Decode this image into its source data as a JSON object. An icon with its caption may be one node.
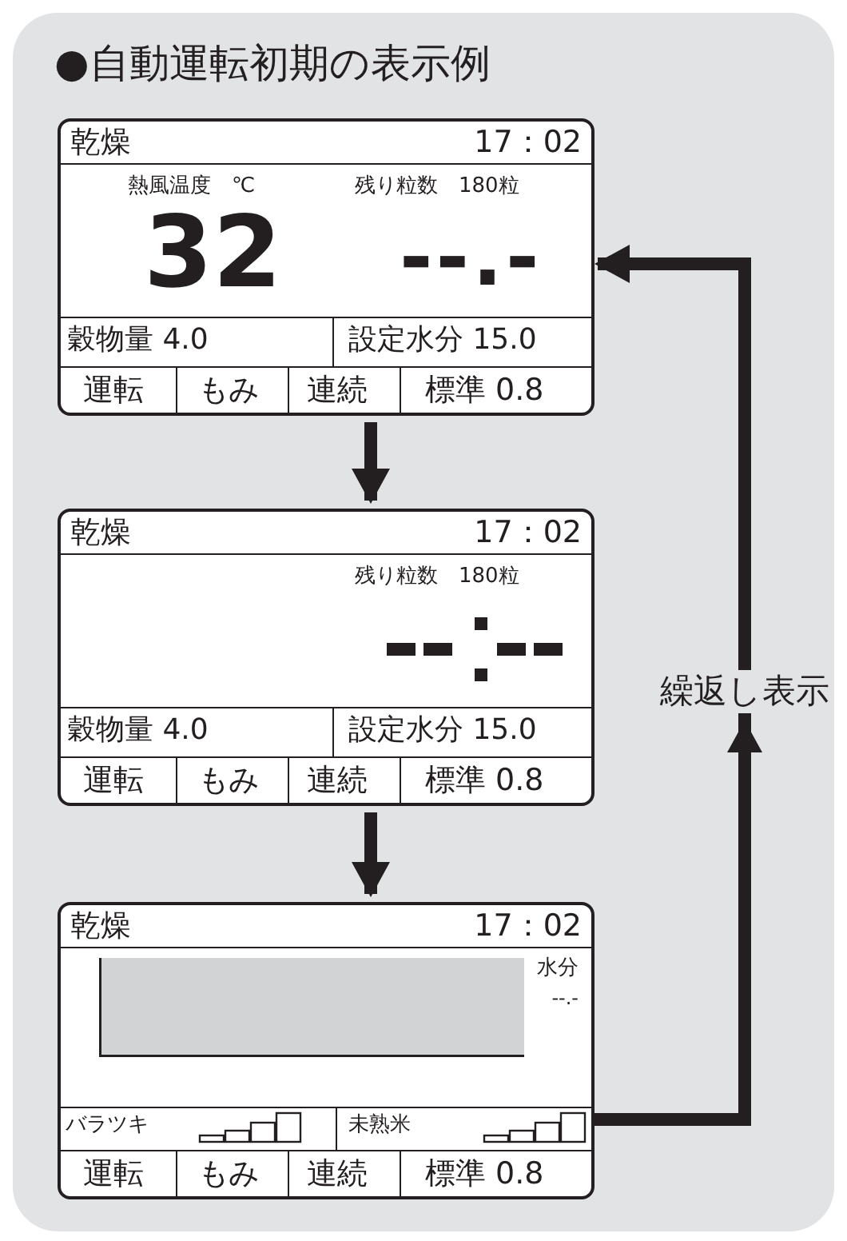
{
  "diagram": {
    "title": "●自動運転初期の表示例",
    "nodes": [
      {
        "text": [
          "乾燥",
          "17：02",
          "熱風温度　℃",
          "残り粒数　180粒",
          "32",
          "--.-",
          "穀物量 4.0",
          "設定水分 15.0",
          "運転",
          "もみ",
          "連続",
          "標準 0.8"
        ]
      },
      {
        "text": [
          "乾燥",
          "17：02",
          "残り粒数　180粒",
          "穀物量 4.0",
          "設定水分 15.0",
          "運転",
          "もみ",
          "連続",
          "標準 0.8"
        ]
      },
      {
        "text": [
          "乾燥",
          "17：02",
          "水分",
          "--.-",
          "バラツキ",
          "未熟米",
          "運転",
          "もみ",
          "連続",
          "標準 0.8"
        ]
      }
    ],
    "edges": [
      {
        "from": 0,
        "to": 1,
        "arrow": "to"
      },
      {
        "from": 1,
        "to": 2,
        "arrow": "to"
      },
      {
        "from": 2,
        "to": 0,
        "arrow": "to",
        "label": "繰返し表示"
      }
    ]
  }
}
